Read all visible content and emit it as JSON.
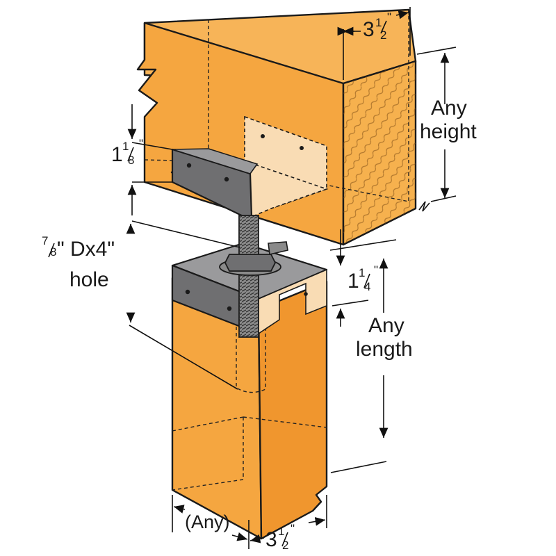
{
  "labels": {
    "beam_width": {
      "whole": "3",
      "num": "1",
      "den": "2",
      "unit": "\""
    },
    "beam_height_line1": "Any",
    "beam_height_line2": "height",
    "top_plate": {
      "whole": "1",
      "num": "1",
      "den": "8",
      "unit": "\""
    },
    "hole_line1_num": "7",
    "hole_line1_den": "8",
    "hole_line1_text": "\" Dx4\"",
    "hole_line2": "hole",
    "base_plate": {
      "whole": "1",
      "num": "1",
      "den": "4",
      "unit": "\""
    },
    "post_length_line1": "Any",
    "post_length_line2": "length",
    "post_any": "(Any)",
    "post_width": {
      "whole": "3",
      "num": "1",
      "den": "2",
      "unit": "\""
    }
  },
  "colors": {
    "wood_face": "#f5a640",
    "wood_side": "#f0962e",
    "wood_top": "#f7b458",
    "end_grain": "#f6b14e",
    "metal": "#6f6f71",
    "metal_light": "#9a9a9c",
    "plate_inner": "#f9dcb4",
    "bolt": "#8a8a8a"
  }
}
